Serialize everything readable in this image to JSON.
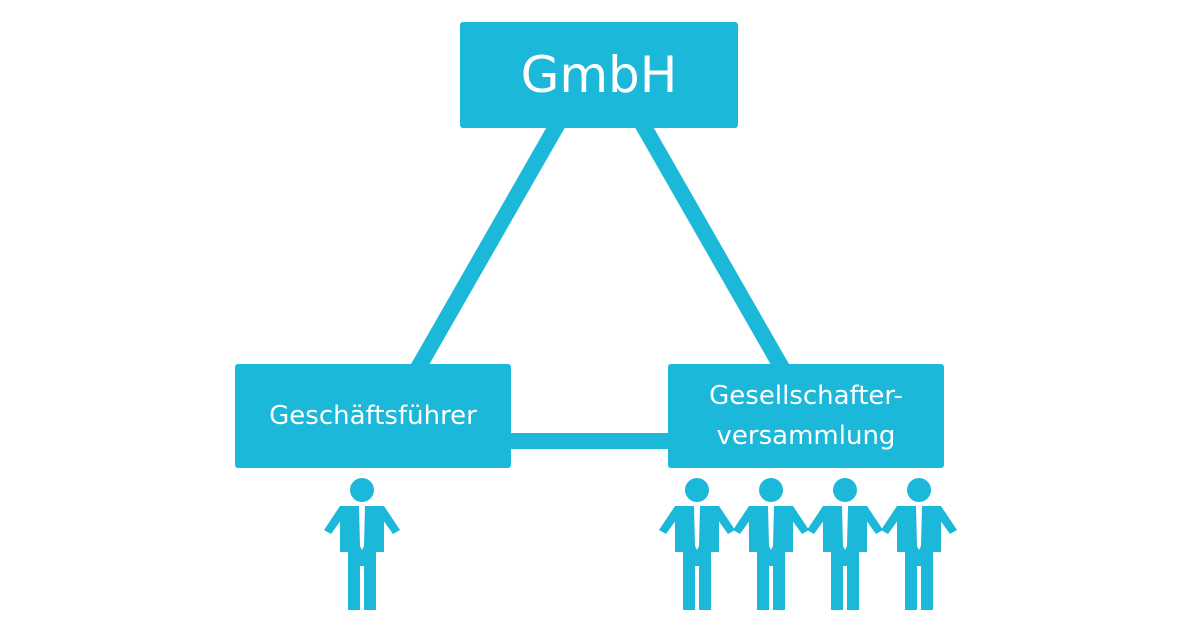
{
  "diagram": {
    "top_box": "GmbH",
    "left_box": "Geschäftsführer",
    "right_box_line1": "Gesellschafter-",
    "right_box_line2": "versammlung"
  },
  "colors": {
    "accent": "#1bb8d9",
    "text": "#ffffff",
    "background": "#ffffff"
  },
  "icons": {
    "left_group": [
      "person-icon"
    ],
    "right_group": [
      "person-icon",
      "person-icon",
      "person-icon",
      "person-icon"
    ]
  }
}
